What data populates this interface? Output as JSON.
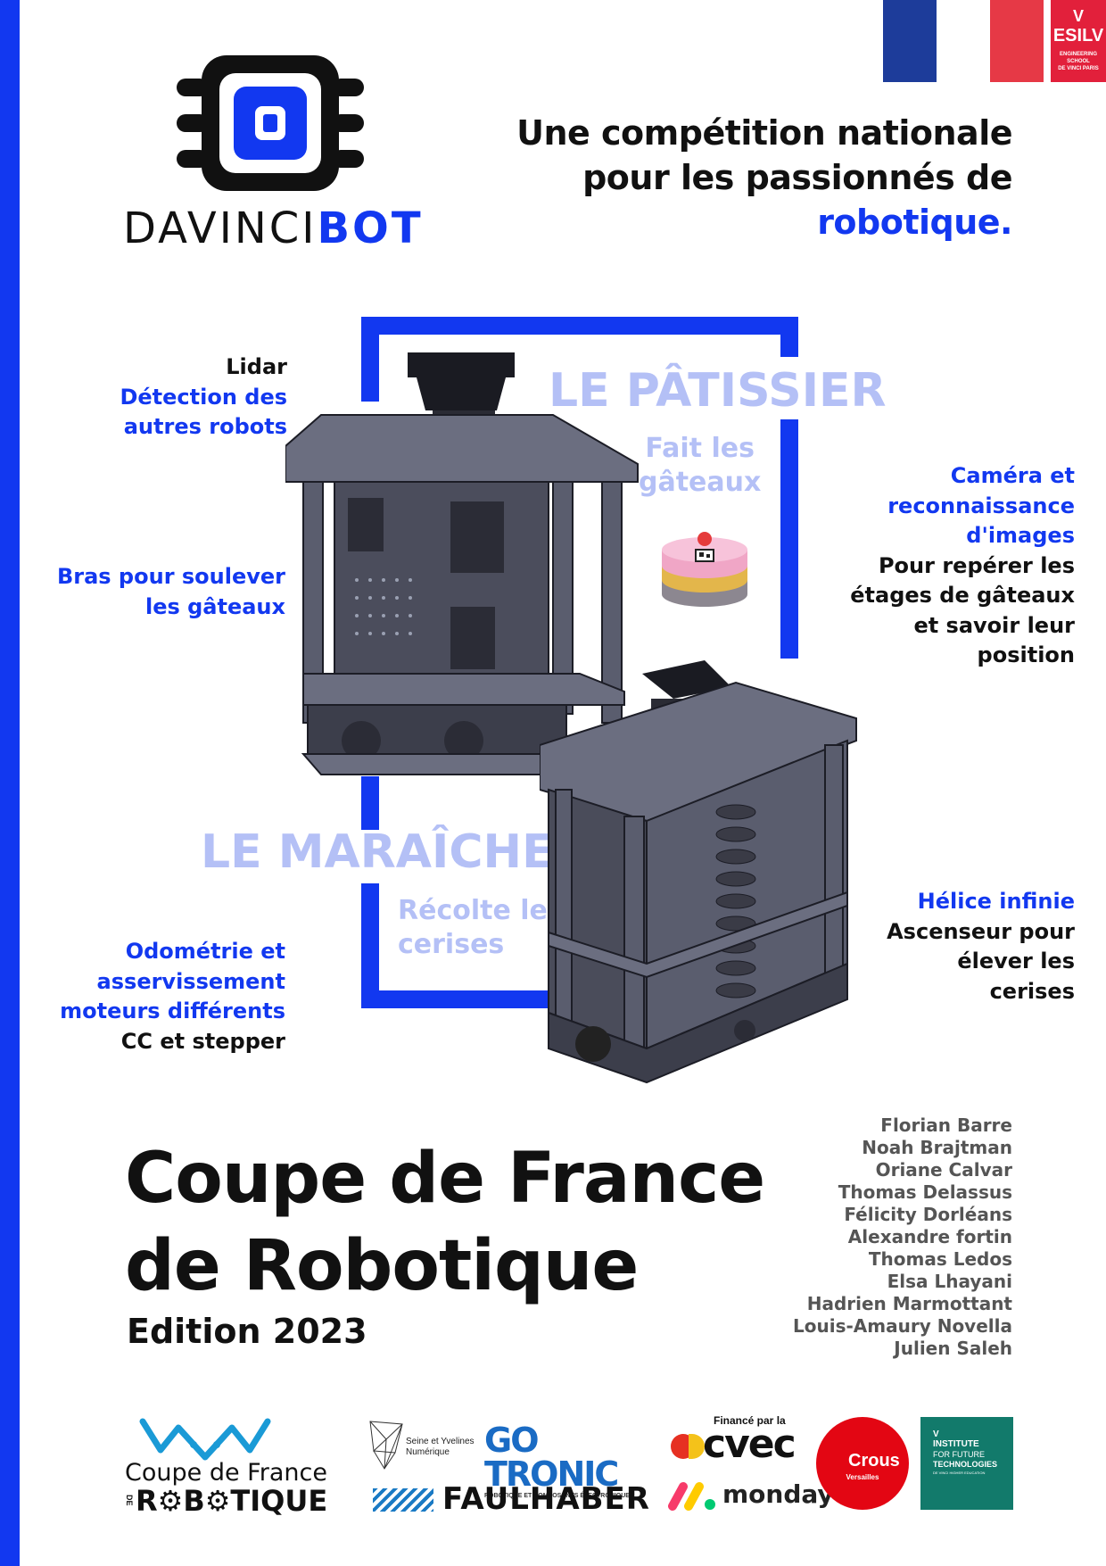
{
  "brand": {
    "name_part1": "DAVINCI",
    "name_part2": "BOT",
    "esilv_label": "ESILV",
    "esilv_sub1": "ENGINEERING SCHOOL",
    "esilv_sub2": "DE VINCI  PARIS"
  },
  "headline": {
    "line1": "Une compétition nationale",
    "line2": "pour les passionnés de",
    "highlight": "robotique."
  },
  "robots": {
    "patissier": {
      "name": "LE PÂTISSIER",
      "role_line1": "Fait les",
      "role_line2": "gâteaux"
    },
    "maraicher": {
      "name": "LE MARAÎCHER",
      "role_line1": "Récolte les",
      "role_line2": "cerises"
    }
  },
  "callouts": {
    "lidar": {
      "title": "Lidar",
      "desc_line1": "Détection des",
      "desc_line2": "autres robots"
    },
    "bras": {
      "line1": "Bras pour soulever",
      "line2": "les gâteaux"
    },
    "camera": {
      "line1": "Caméra et",
      "line2": "reconnaissance",
      "line3": "d'images",
      "desc1": "Pour repérer les",
      "desc2": "étages de gâteaux",
      "desc3": "et savoir leur",
      "desc4": "position"
    },
    "helice": {
      "title": "Hélice infinie",
      "desc1": "Ascenseur pour",
      "desc2": "élever les",
      "desc3": "cerises"
    },
    "odometrie": {
      "line1": "Odométrie et",
      "line2": "asservissement",
      "line3": "moteurs différents",
      "desc": "CC et stepper"
    }
  },
  "title": {
    "line1": "Coupe de France",
    "line2": "de Robotique",
    "edition": "Edition 2023"
  },
  "team": [
    "Florian Barre",
    "Noah Brajtman",
    "Oriane Calvar",
    "Thomas Delassus",
    "Félicity Dorléans",
    "Alexandre fortin",
    "Thomas Ledos",
    "Elsa Lhayani",
    "Hadrien Marmottant",
    "Louis-Amaury Novella",
    "Julien Saleh"
  ],
  "sponsors": {
    "cdf_line1": "Coupe de France",
    "cdf_de": "DE",
    "cdf_line2": "R⚙B⚙TIQUE",
    "seine_line1": "Seine et Yvelines",
    "seine_line2": "Numérique",
    "gotronic": "GO TRONIC",
    "gotronic_sub": "ROBOTIQUE ET COMPOSANTS ÉLECTRONIQUES",
    "faulhaber": "FAULHABER",
    "cvec_top": "Financé par la",
    "cvec": "cvec",
    "monday": "monday",
    "crous": "Crous",
    "crous_sub": "Versailles",
    "iff_line1": "INSTITUTE",
    "iff_line2": "FOR FUTURE",
    "iff_line3": "TECHNOLOGIES",
    "iff_line4": "DE VINCI HIGHER EDUCATION"
  },
  "colors": {
    "accent": "#1238f0",
    "light_accent": "#b4c0f6",
    "esilv": "#e2203b",
    "flag_blue": "#1d3c9a",
    "flag_red": "#e63946",
    "iff": "#127a6b"
  }
}
